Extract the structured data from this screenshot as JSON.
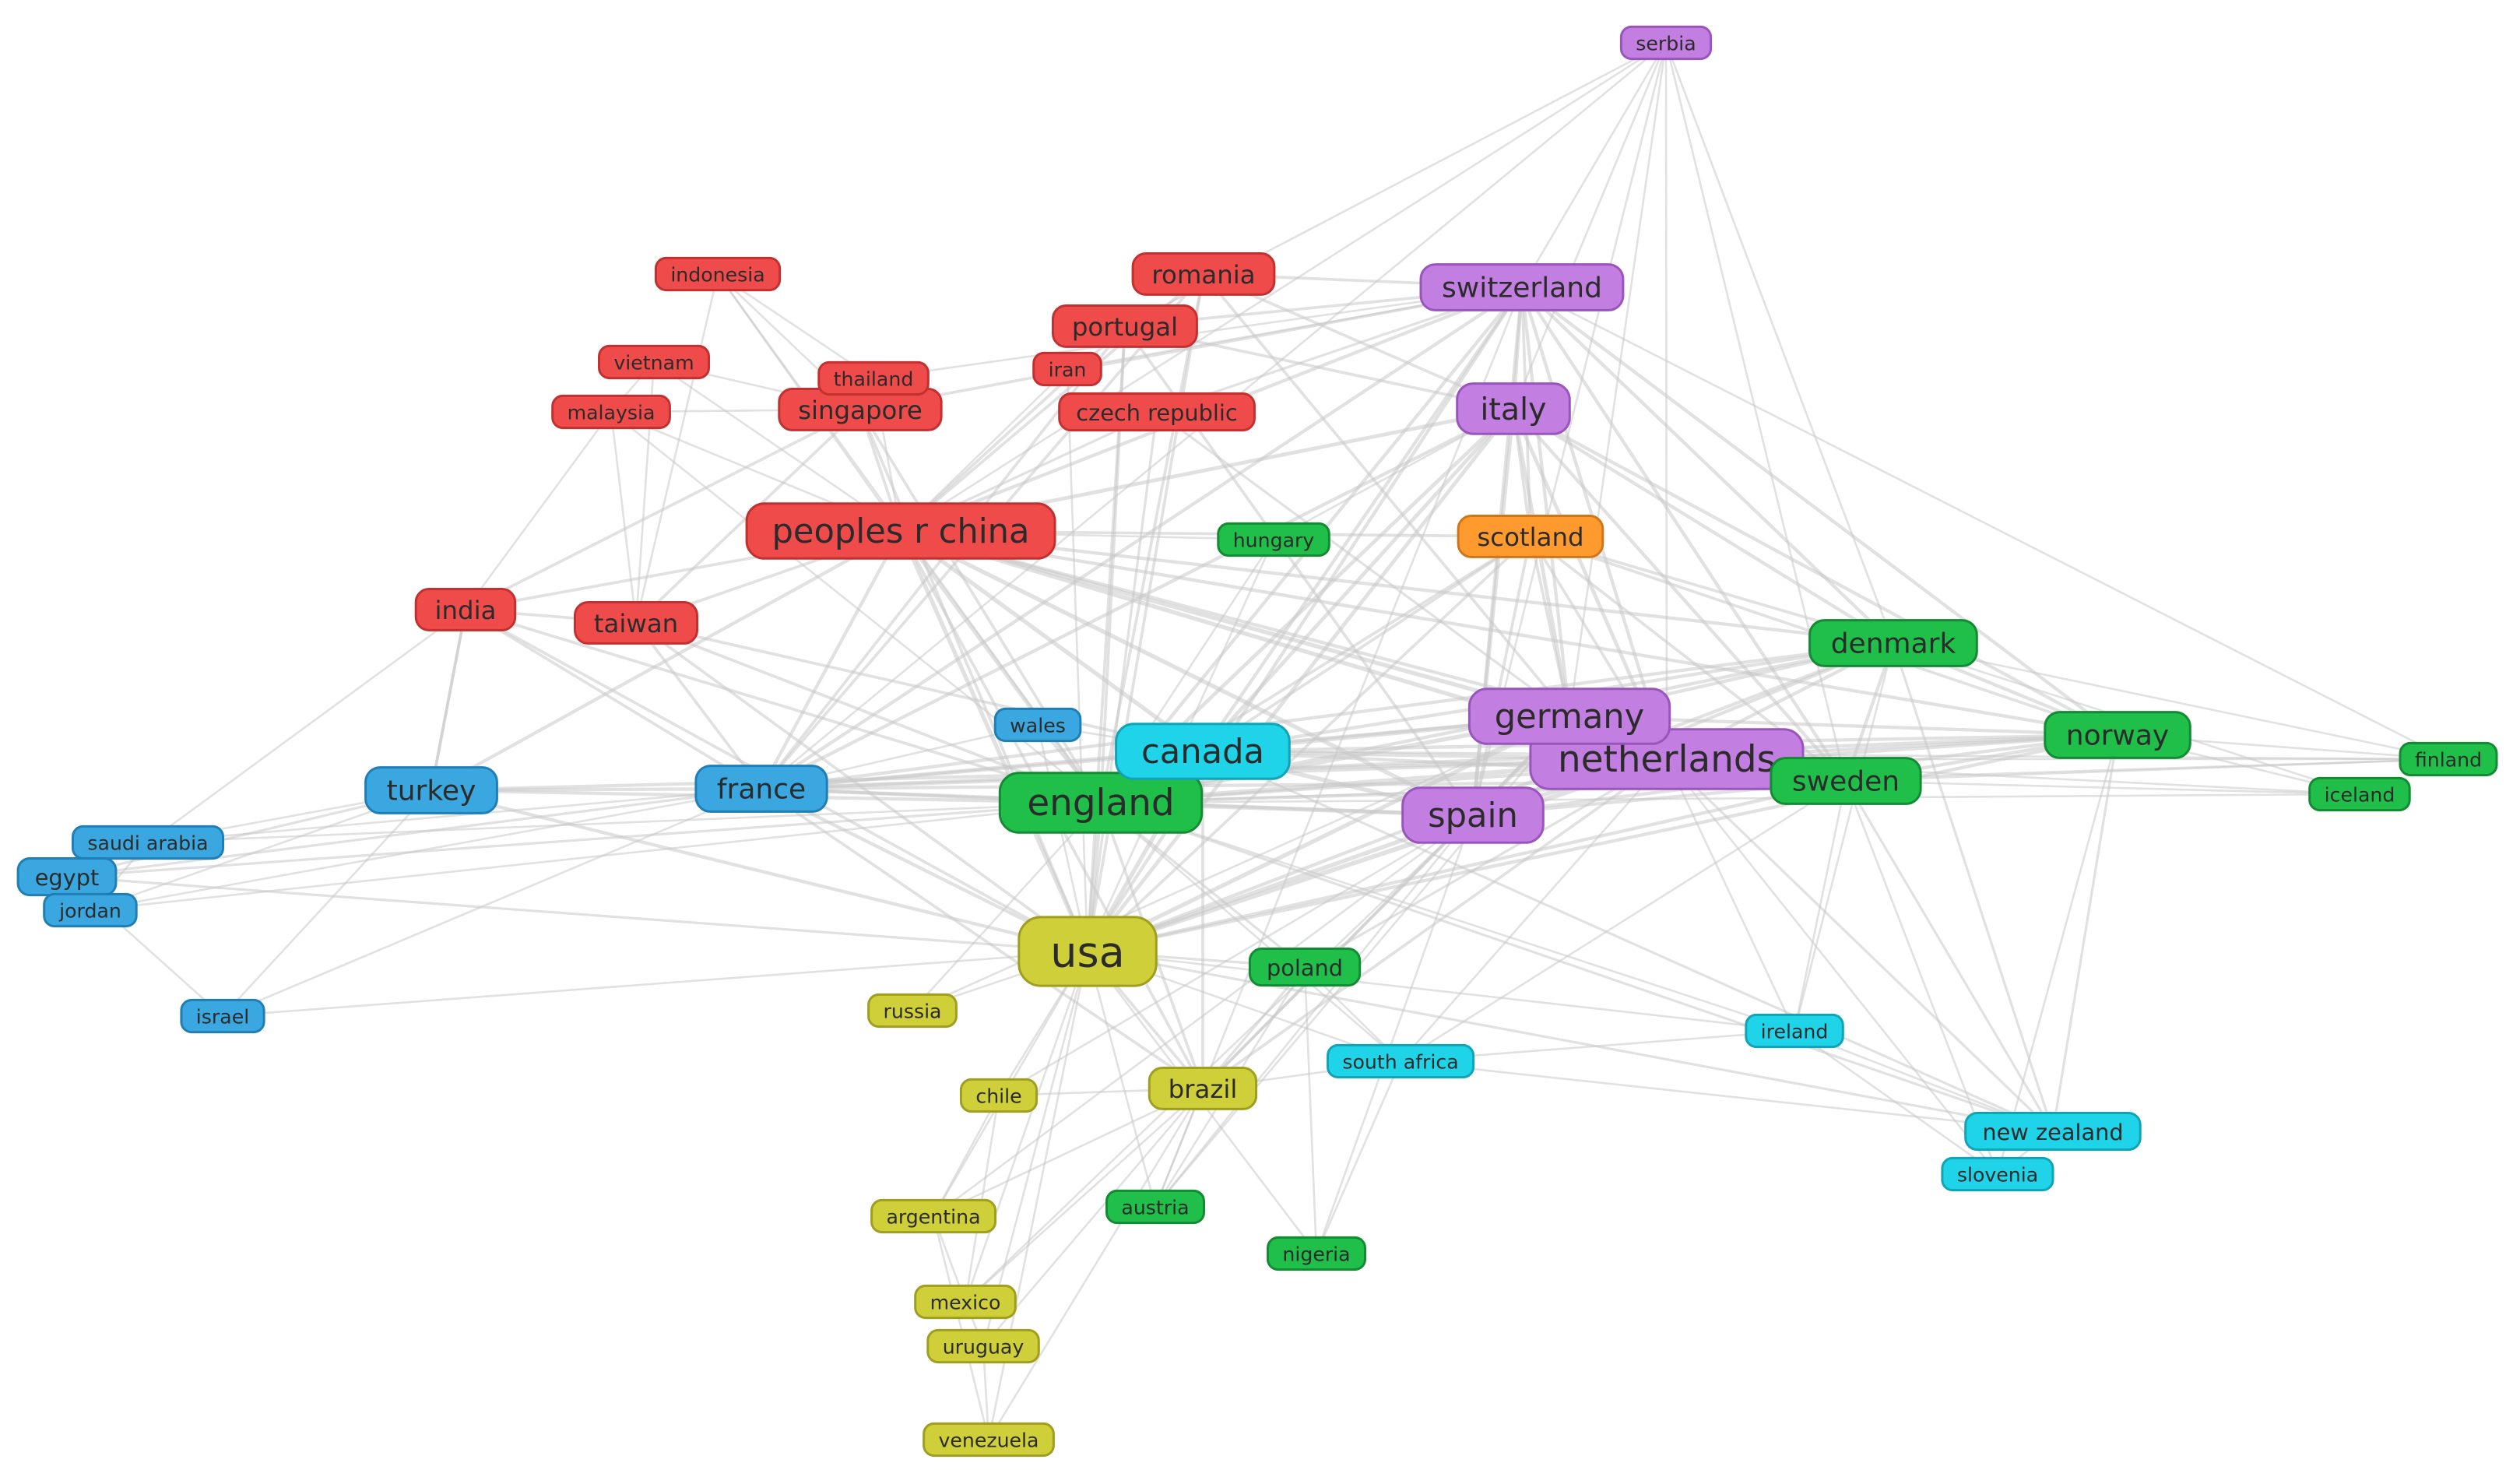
{
  "clusters": {
    "red": {
      "fill": "#f04b4b",
      "stroke": "#c23030"
    },
    "blue": {
      "fill": "#3aa7e0",
      "stroke": "#1f7fb5"
    },
    "green": {
      "fill": "#1fbf4a",
      "stroke": "#138a33"
    },
    "purple": {
      "fill": "#c27ee0",
      "stroke": "#9a55bd"
    },
    "yellow": {
      "fill": "#cfcf3a",
      "stroke": "#9e9e1f"
    },
    "cyan": {
      "fill": "#1fd3e8",
      "stroke": "#12a3b5"
    },
    "orange": {
      "fill": "#ff9a2e",
      "stroke": "#d1751a"
    }
  },
  "nodes": [
    {
      "id": "usa",
      "label": "usa",
      "cluster": "yellow",
      "weight": 10
    },
    {
      "id": "england",
      "label": "england",
      "cluster": "green",
      "weight": 8
    },
    {
      "id": "canada",
      "label": "canada",
      "cluster": "cyan",
      "weight": 7
    },
    {
      "id": "netherlands",
      "label": "netherlands",
      "cluster": "purple",
      "weight": 8
    },
    {
      "id": "germany",
      "label": "germany",
      "cluster": "purple",
      "weight": 7
    },
    {
      "id": "spain",
      "label": "spain",
      "cluster": "purple",
      "weight": 7
    },
    {
      "id": "italy",
      "label": "italy",
      "cluster": "purple",
      "weight": 6
    },
    {
      "id": "switzerland",
      "label": "switzerland",
      "cluster": "purple",
      "weight": 5
    },
    {
      "id": "serbia",
      "label": "serbia",
      "cluster": "purple",
      "weight": 2
    },
    {
      "id": "peoples-r-china",
      "label": "peoples r china",
      "cluster": "red",
      "weight": 7
    },
    {
      "id": "india",
      "label": "india",
      "cluster": "red",
      "weight": 4
    },
    {
      "id": "taiwan",
      "label": "taiwan",
      "cluster": "red",
      "weight": 4
    },
    {
      "id": "romania",
      "label": "romania",
      "cluster": "red",
      "weight": 4
    },
    {
      "id": "portugal",
      "label": "portugal",
      "cluster": "red",
      "weight": 4
    },
    {
      "id": "iran",
      "label": "iran",
      "cluster": "red",
      "weight": 2
    },
    {
      "id": "czech-republic",
      "label": "czech republic",
      "cluster": "red",
      "weight": 3
    },
    {
      "id": "singapore",
      "label": "singapore",
      "cluster": "red",
      "weight": 4
    },
    {
      "id": "thailand",
      "label": "thailand",
      "cluster": "red",
      "weight": 2
    },
    {
      "id": "vietnam",
      "label": "vietnam",
      "cluster": "red",
      "weight": 2
    },
    {
      "id": "malaysia",
      "label": "malaysia",
      "cluster": "red",
      "weight": 2
    },
    {
      "id": "indonesia",
      "label": "indonesia",
      "cluster": "red",
      "weight": 2
    },
    {
      "id": "france",
      "label": "france",
      "cluster": "blue",
      "weight": 5
    },
    {
      "id": "turkey",
      "label": "turkey",
      "cluster": "blue",
      "weight": 5
    },
    {
      "id": "wales",
      "label": "wales",
      "cluster": "blue",
      "weight": 2
    },
    {
      "id": "saudi-arabia",
      "label": "saudi arabia",
      "cluster": "blue",
      "weight": 2
    },
    {
      "id": "egypt",
      "label": "egypt",
      "cluster": "blue",
      "weight": 3
    },
    {
      "id": "jordan",
      "label": "jordan",
      "cluster": "blue",
      "weight": 2
    },
    {
      "id": "israel",
      "label": "israel",
      "cluster": "blue",
      "weight": 2
    },
    {
      "id": "denmark",
      "label": "denmark",
      "cluster": "green",
      "weight": 5
    },
    {
      "id": "sweden",
      "label": "sweden",
      "cluster": "green",
      "weight": 5
    },
    {
      "id": "norway",
      "label": "norway",
      "cluster": "green",
      "weight": 5
    },
    {
      "id": "finland",
      "label": "finland",
      "cluster": "green",
      "weight": 2
    },
    {
      "id": "iceland",
      "label": "iceland",
      "cluster": "green",
      "weight": 2
    },
    {
      "id": "hungary",
      "label": "hungary",
      "cluster": "green",
      "weight": 2
    },
    {
      "id": "poland",
      "label": "poland",
      "cluster": "green",
      "weight": 3
    },
    {
      "id": "austria",
      "label": "austria",
      "cluster": "green",
      "weight": 2
    },
    {
      "id": "nigeria",
      "label": "nigeria",
      "cluster": "green",
      "weight": 2
    },
    {
      "id": "scotland",
      "label": "scotland",
      "cluster": "orange",
      "weight": 4
    },
    {
      "id": "ireland",
      "label": "ireland",
      "cluster": "cyan",
      "weight": 2
    },
    {
      "id": "south-africa",
      "label": "south africa",
      "cluster": "cyan",
      "weight": 2
    },
    {
      "id": "new-zealand",
      "label": "new zealand",
      "cluster": "cyan",
      "weight": 3
    },
    {
      "id": "slovenia",
      "label": "slovenia",
      "cluster": "cyan",
      "weight": 2
    },
    {
      "id": "brazil",
      "label": "brazil",
      "cluster": "yellow",
      "weight": 4
    },
    {
      "id": "russia",
      "label": "russia",
      "cluster": "yellow",
      "weight": 2
    },
    {
      "id": "chile",
      "label": "chile",
      "cluster": "yellow",
      "weight": 2
    },
    {
      "id": "argentina",
      "label": "argentina",
      "cluster": "yellow",
      "weight": 2
    },
    {
      "id": "mexico",
      "label": "mexico",
      "cluster": "yellow",
      "weight": 2
    },
    {
      "id": "uruguay",
      "label": "uruguay",
      "cluster": "yellow",
      "weight": 2
    },
    {
      "id": "venezuela",
      "label": "venezuela",
      "cluster": "yellow",
      "weight": 2
    }
  ],
  "edges": [
    [
      "usa",
      "england"
    ],
    [
      "usa",
      "canada"
    ],
    [
      "usa",
      "netherlands"
    ],
    [
      "usa",
      "germany"
    ],
    [
      "usa",
      "spain"
    ],
    [
      "usa",
      "italy"
    ],
    [
      "usa",
      "switzerland"
    ],
    [
      "usa",
      "peoples-r-china"
    ],
    [
      "usa",
      "france"
    ],
    [
      "usa",
      "turkey"
    ],
    [
      "usa",
      "brazil"
    ],
    [
      "usa",
      "sweden"
    ],
    [
      "usa",
      "norway"
    ],
    [
      "usa",
      "denmark"
    ],
    [
      "usa",
      "scotland"
    ],
    [
      "usa",
      "poland"
    ],
    [
      "usa",
      "austria"
    ],
    [
      "usa",
      "russia"
    ],
    [
      "usa",
      "chile"
    ],
    [
      "usa",
      "argentina"
    ],
    [
      "usa",
      "mexico"
    ],
    [
      "usa",
      "uruguay"
    ],
    [
      "usa",
      "venezuela"
    ],
    [
      "usa",
      "india"
    ],
    [
      "usa",
      "taiwan"
    ],
    [
      "usa",
      "singapore"
    ],
    [
      "usa",
      "portugal"
    ],
    [
      "usa",
      "romania"
    ],
    [
      "usa",
      "ireland"
    ],
    [
      "usa",
      "south-africa"
    ],
    [
      "usa",
      "new-zealand"
    ],
    [
      "usa",
      "hungary"
    ],
    [
      "usa",
      "israel"
    ],
    [
      "usa",
      "egypt"
    ],
    [
      "usa",
      "iran"
    ],
    [
      "usa",
      "czech-republic"
    ],
    [
      "usa",
      "nigeria"
    ],
    [
      "usa",
      "wales"
    ],
    [
      "england",
      "canada"
    ],
    [
      "england",
      "netherlands"
    ],
    [
      "england",
      "germany"
    ],
    [
      "england",
      "spain"
    ],
    [
      "england",
      "italy"
    ],
    [
      "england",
      "switzerland"
    ],
    [
      "england",
      "peoples-r-china"
    ],
    [
      "england",
      "france"
    ],
    [
      "england",
      "turkey"
    ],
    [
      "england",
      "denmark"
    ],
    [
      "england",
      "sweden"
    ],
    [
      "england",
      "norway"
    ],
    [
      "england",
      "scotland"
    ],
    [
      "england",
      "poland"
    ],
    [
      "england",
      "india"
    ],
    [
      "england",
      "taiwan"
    ],
    [
      "england",
      "brazil"
    ],
    [
      "england",
      "wales"
    ],
    [
      "england",
      "saudi-arabia"
    ],
    [
      "england",
      "egypt"
    ],
    [
      "england",
      "jordan"
    ],
    [
      "england",
      "singapore"
    ],
    [
      "england",
      "malaysia"
    ],
    [
      "england",
      "indonesia"
    ],
    [
      "england",
      "portugal"
    ],
    [
      "england",
      "romania"
    ],
    [
      "england",
      "finland"
    ],
    [
      "england",
      "iceland"
    ],
    [
      "england",
      "ireland"
    ],
    [
      "england",
      "new-zealand"
    ],
    [
      "england",
      "south-africa"
    ],
    [
      "england",
      "hungary"
    ],
    [
      "canada",
      "netherlands"
    ],
    [
      "canada",
      "germany"
    ],
    [
      "canada",
      "spain"
    ],
    [
      "canada",
      "italy"
    ],
    [
      "canada",
      "switzerland"
    ],
    [
      "canada",
      "peoples-r-china"
    ],
    [
      "canada",
      "france"
    ],
    [
      "canada",
      "sweden"
    ],
    [
      "canada",
      "norway"
    ],
    [
      "canada",
      "denmark"
    ],
    [
      "canada",
      "brazil"
    ],
    [
      "canada",
      "scotland"
    ],
    [
      "canada",
      "taiwan"
    ],
    [
      "canada",
      "finland"
    ],
    [
      "canada",
      "new-zealand"
    ],
    [
      "netherlands",
      "germany"
    ],
    [
      "netherlands",
      "spain"
    ],
    [
      "netherlands",
      "italy"
    ],
    [
      "netherlands",
      "switzerland"
    ],
    [
      "netherlands",
      "denmark"
    ],
    [
      "netherlands",
      "sweden"
    ],
    [
      "netherlands",
      "norway"
    ],
    [
      "netherlands",
      "finland"
    ],
    [
      "netherlands",
      "iceland"
    ],
    [
      "netherlands",
      "scotland"
    ],
    [
      "netherlands",
      "peoples-r-china"
    ],
    [
      "netherlands",
      "france"
    ],
    [
      "netherlands",
      "serbia"
    ],
    [
      "netherlands",
      "ireland"
    ],
    [
      "netherlands",
      "new-zealand"
    ],
    [
      "netherlands",
      "slovenia"
    ],
    [
      "netherlands",
      "south-africa"
    ],
    [
      "netherlands",
      "brazil"
    ],
    [
      "netherlands",
      "poland"
    ],
    [
      "netherlands",
      "turkey"
    ],
    [
      "germany",
      "spain"
    ],
    [
      "germany",
      "italy"
    ],
    [
      "germany",
      "switzerland"
    ],
    [
      "germany",
      "denmark"
    ],
    [
      "germany",
      "sweden"
    ],
    [
      "germany",
      "norway"
    ],
    [
      "germany",
      "scotland"
    ],
    [
      "germany",
      "serbia"
    ],
    [
      "germany",
      "peoples-r-china"
    ],
    [
      "germany",
      "france"
    ],
    [
      "germany",
      "brazil"
    ],
    [
      "germany",
      "czech-republic"
    ],
    [
      "germany",
      "romania"
    ],
    [
      "spain",
      "italy"
    ],
    [
      "spain",
      "switzerland"
    ],
    [
      "spain",
      "portugal"
    ],
    [
      "spain",
      "brazil"
    ],
    [
      "spain",
      "chile"
    ],
    [
      "spain",
      "argentina"
    ],
    [
      "spain",
      "mexico"
    ],
    [
      "spain",
      "sweden"
    ],
    [
      "spain",
      "norway"
    ],
    [
      "spain",
      "denmark"
    ],
    [
      "spain",
      "serbia"
    ],
    [
      "spain",
      "france"
    ],
    [
      "spain",
      "austria"
    ],
    [
      "spain",
      "nigeria"
    ],
    [
      "italy",
      "switzerland"
    ],
    [
      "italy",
      "serbia"
    ],
    [
      "italy",
      "romania"
    ],
    [
      "italy",
      "portugal"
    ],
    [
      "italy",
      "scotland"
    ],
    [
      "italy",
      "denmark"
    ],
    [
      "italy",
      "sweden"
    ],
    [
      "italy",
      "norway"
    ],
    [
      "italy",
      "france"
    ],
    [
      "italy",
      "peoples-r-china"
    ],
    [
      "italy",
      "hungary"
    ],
    [
      "switzerland",
      "serbia"
    ],
    [
      "switzerland",
      "romania"
    ],
    [
      "switzerland",
      "portugal"
    ],
    [
      "switzerland",
      "peoples-r-china"
    ],
    [
      "switzerland",
      "singapore"
    ],
    [
      "switzerland",
      "iran"
    ],
    [
      "switzerland",
      "thailand"
    ],
    [
      "switzerland",
      "czech-republic"
    ],
    [
      "switzerland",
      "denmark"
    ],
    [
      "switzerland",
      "sweden"
    ],
    [
      "switzerland",
      "norway"
    ],
    [
      "switzerland",
      "france"
    ],
    [
      "switzerland",
      "scotland"
    ],
    [
      "switzerland",
      "finland"
    ],
    [
      "serbia",
      "peoples-r-china"
    ],
    [
      "serbia",
      "sweden"
    ],
    [
      "serbia",
      "denmark"
    ],
    [
      "serbia",
      "france"
    ],
    [
      "serbia",
      "portugal"
    ],
    [
      "peoples-r-china",
      "india"
    ],
    [
      "peoples-r-china",
      "taiwan"
    ],
    [
      "peoples-r-china",
      "singapore"
    ],
    [
      "peoples-r-china",
      "thailand"
    ],
    [
      "peoples-r-china",
      "vietnam"
    ],
    [
      "peoples-r-china",
      "malaysia"
    ],
    [
      "peoples-r-china",
      "indonesia"
    ],
    [
      "peoples-r-china",
      "portugal"
    ],
    [
      "peoples-r-china",
      "romania"
    ],
    [
      "peoples-r-china",
      "iran"
    ],
    [
      "peoples-r-china",
      "czech-republic"
    ],
    [
      "peoples-r-china",
      "france"
    ],
    [
      "peoples-r-china",
      "turkey"
    ],
    [
      "peoples-r-china",
      "sweden"
    ],
    [
      "peoples-r-china",
      "denmark"
    ],
    [
      "peoples-r-china",
      "spain"
    ],
    [
      "peoples-r-china",
      "brazil"
    ],
    [
      "peoples-r-china",
      "scotland"
    ],
    [
      "peoples-r-china",
      "norway"
    ],
    [
      "india",
      "taiwan"
    ],
    [
      "india",
      "malaysia"
    ],
    [
      "india",
      "saudi-arabia"
    ],
    [
      "india",
      "turkey"
    ],
    [
      "india",
      "singapore"
    ],
    [
      "india",
      "france"
    ],
    [
      "taiwan",
      "vietnam"
    ],
    [
      "taiwan",
      "malaysia"
    ],
    [
      "taiwan",
      "indonesia"
    ],
    [
      "taiwan",
      "singapore"
    ],
    [
      "taiwan",
      "france"
    ],
    [
      "singapore",
      "thailand"
    ],
    [
      "singapore",
      "indonesia"
    ],
    [
      "singapore",
      "vietnam"
    ],
    [
      "singapore",
      "malaysia"
    ],
    [
      "vietnam",
      "malaysia"
    ],
    [
      "indonesia",
      "thailand"
    ],
    [
      "france",
      "turkey"
    ],
    [
      "france",
      "wales"
    ],
    [
      "france",
      "saudi-arabia"
    ],
    [
      "france",
      "egypt"
    ],
    [
      "france",
      "jordan"
    ],
    [
      "france",
      "israel"
    ],
    [
      "france",
      "sweden"
    ],
    [
      "france",
      "denmark"
    ],
    [
      "france",
      "norway"
    ],
    [
      "france",
      "brazil"
    ],
    [
      "france",
      "portugal"
    ],
    [
      "france",
      "romania"
    ],
    [
      "turkey",
      "saudi-arabia"
    ],
    [
      "turkey",
      "egypt"
    ],
    [
      "turkey",
      "jordan"
    ],
    [
      "turkey",
      "israel"
    ],
    [
      "turkey",
      "india"
    ],
    [
      "saudi-arabia",
      "egypt"
    ],
    [
      "egypt",
      "jordan"
    ],
    [
      "saudi-arabia",
      "jordan"
    ],
    [
      "denmark",
      "sweden"
    ],
    [
      "denmark",
      "norway"
    ],
    [
      "denmark",
      "finland"
    ],
    [
      "denmark",
      "iceland"
    ],
    [
      "denmark",
      "scotland"
    ],
    [
      "denmark",
      "new-zealand"
    ],
    [
      "denmark",
      "ireland"
    ],
    [
      "sweden",
      "norway"
    ],
    [
      "sweden",
      "finland"
    ],
    [
      "sweden",
      "iceland"
    ],
    [
      "sweden",
      "ireland"
    ],
    [
      "sweden",
      "new-zealand"
    ],
    [
      "sweden",
      "slovenia"
    ],
    [
      "sweden",
      "south-africa"
    ],
    [
      "norway",
      "finland"
    ],
    [
      "norway",
      "iceland"
    ],
    [
      "norway",
      "new-zealand"
    ],
    [
      "norway",
      "scotland"
    ],
    [
      "norway",
      "slovenia"
    ],
    [
      "scotland",
      "spain"
    ],
    [
      "scotland",
      "sweden"
    ],
    [
      "brazil",
      "chile"
    ],
    [
      "brazil",
      "argentina"
    ],
    [
      "brazil",
      "mexico"
    ],
    [
      "brazil",
      "uruguay"
    ],
    [
      "brazil",
      "venezuela"
    ],
    [
      "brazil",
      "poland"
    ],
    [
      "brazil",
      "austria"
    ],
    [
      "brazil",
      "south-africa"
    ],
    [
      "chile",
      "argentina"
    ],
    [
      "chile",
      "mexico"
    ],
    [
      "argentina",
      "mexico"
    ],
    [
      "mexico",
      "uruguay"
    ],
    [
      "uruguay",
      "venezuela"
    ],
    [
      "argentina",
      "venezuela"
    ],
    [
      "poland",
      "south-africa"
    ],
    [
      "poland",
      "austria"
    ],
    [
      "poland",
      "nigeria"
    ],
    [
      "south-africa",
      "nigeria"
    ],
    [
      "south-africa",
      "new-zealand"
    ],
    [
      "south-africa",
      "ireland"
    ],
    [
      "ireland",
      "new-zealand"
    ],
    [
      "ireland",
      "slovenia"
    ],
    [
      "new-zealand",
      "slovenia"
    ],
    [
      "israel",
      "egypt"
    ],
    [
      "russia",
      "england"
    ],
    [
      "russia",
      "germany"
    ],
    [
      "hungary",
      "peoples-r-china"
    ],
    [
      "wales",
      "canada"
    ],
    [
      "austria",
      "germany"
    ],
    [
      "austria",
      "switzerland"
    ]
  ]
}
